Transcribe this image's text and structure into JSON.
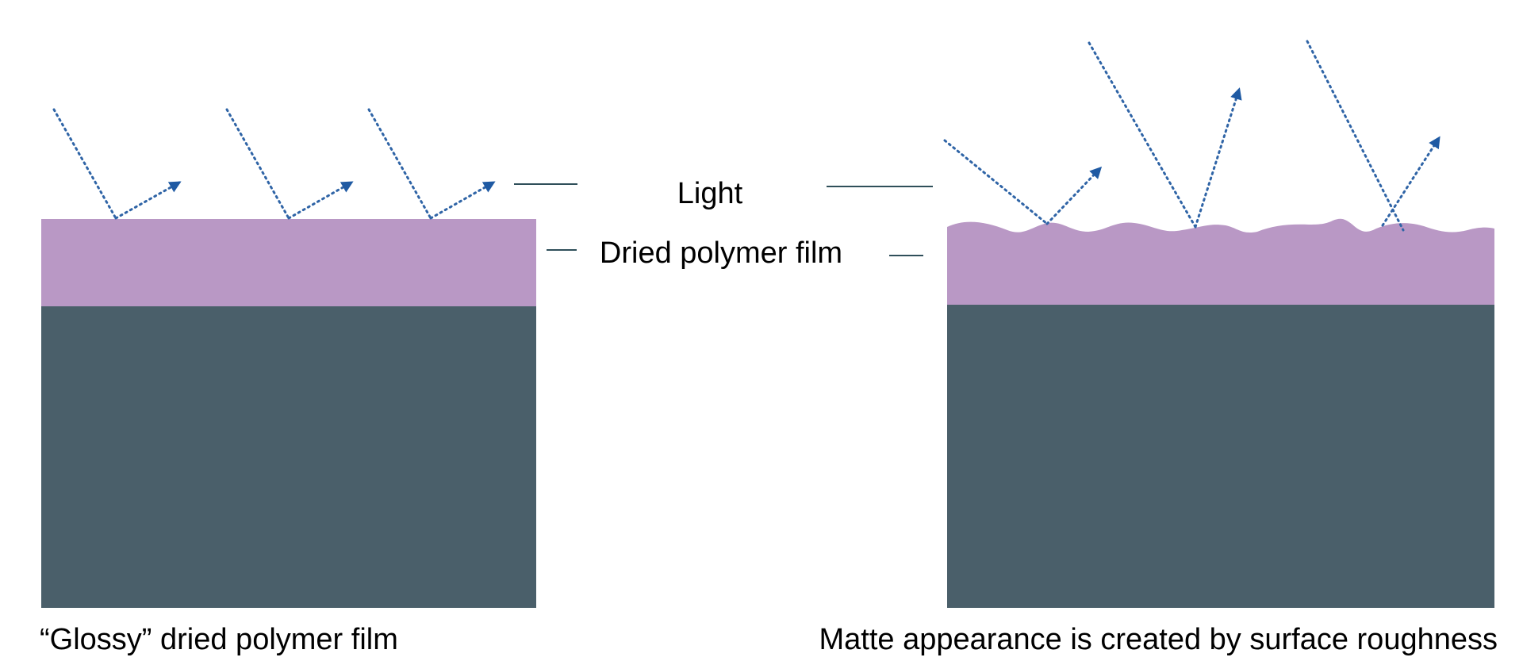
{
  "labels": {
    "light": "Light",
    "film": "Dried polymer film",
    "left_caption": "“Glossy” dried polymer film",
    "right_caption": "Matte appearance is created by surface roughness"
  },
  "colors": {
    "background": "#ffffff",
    "substrate": "#4a5f6a",
    "film": "#b998c5",
    "ray": "#2f64a6",
    "arrowhead": "#1f5aa3",
    "leader_line": "#2f4f5a",
    "text": "#000000"
  }
}
